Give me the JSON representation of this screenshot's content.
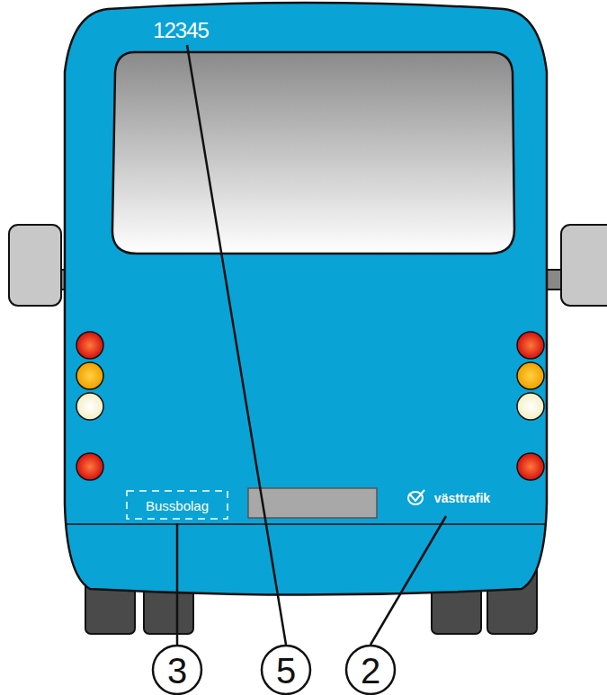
{
  "diagram": {
    "labels": [
      "12345",
      "Bussbolag",
      "västtrafik",
      "3",
      "5",
      "2"
    ]
  }
}
